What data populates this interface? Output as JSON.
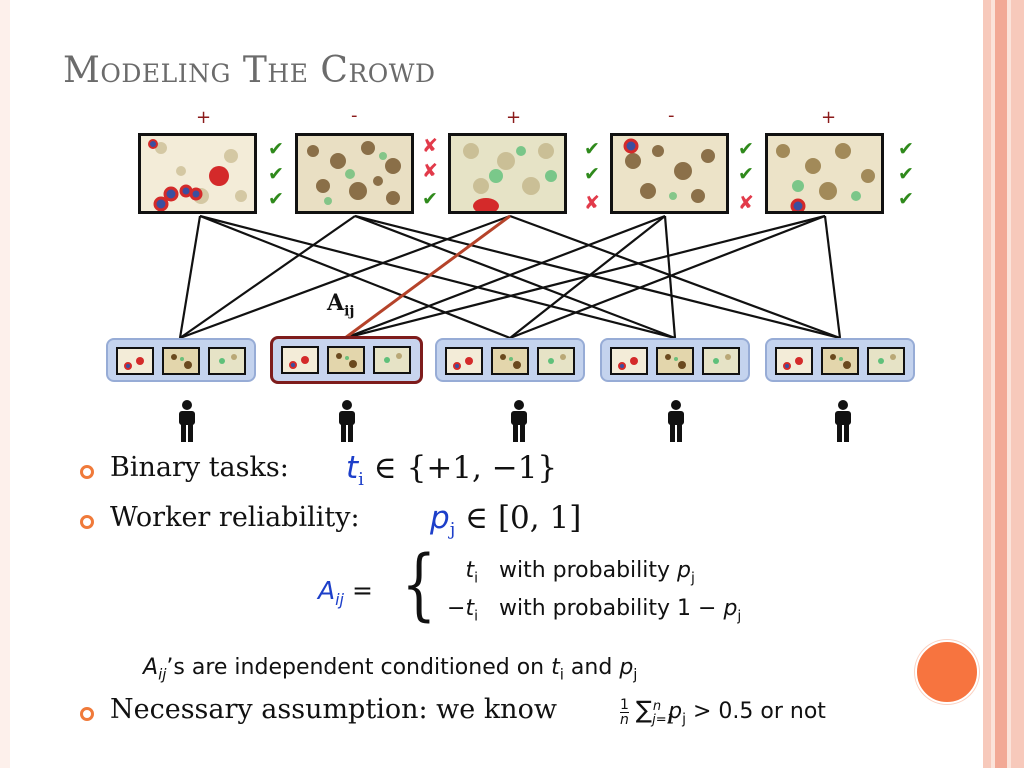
{
  "slide": {
    "title": "Modeling The Crowd"
  },
  "tasks": [
    {
      "label": "+",
      "marks": [
        "✔",
        "✔",
        "✔"
      ],
      "marks_status": [
        "ok",
        "ok",
        "ok"
      ]
    },
    {
      "label": "-",
      "marks": [
        "✘",
        "✘",
        "✔"
      ],
      "marks_status": [
        "bad",
        "bad",
        "ok"
      ]
    },
    {
      "label": "+",
      "marks": [
        "✔",
        "✔",
        "✘"
      ],
      "marks_status": [
        "ok",
        "ok",
        "bad"
      ]
    },
    {
      "label": "-",
      "marks": [
        "✔",
        "✔",
        "✘"
      ],
      "marks_status": [
        "ok",
        "ok",
        "bad"
      ]
    },
    {
      "label": "+",
      "marks": [
        "✔",
        "✔",
        "✔"
      ],
      "marks_status": [
        "ok",
        "ok",
        "ok"
      ]
    }
  ],
  "edge_label": {
    "main": "A",
    "sub": "ij"
  },
  "bullets": [
    {
      "text": "Binary tasks:",
      "math": {
        "var": "t",
        "sub": "i",
        "rel": "∈",
        "set": "{+1, −1}"
      }
    },
    {
      "text": "Worker reliability:",
      "math": {
        "var": "p",
        "sub": "j",
        "rel": "∈",
        "set": "[0, 1]"
      }
    },
    {
      "text": "Necessary assumption: we know"
    }
  ],
  "cases": {
    "lhs_var": "A",
    "lhs_sub": "ij",
    "eq": "=",
    "row1_val": "t",
    "row1_sub": "i",
    "row1_text": "with probability",
    "row1_pvar": "p",
    "row1_psub": "j",
    "row2_val": "−t",
    "row2_sub": "i",
    "row2_text": "with probability 1 −",
    "row2_pvar": "p",
    "row2_psub": "j"
  },
  "independence": {
    "a": "A",
    "a_sub": "ij",
    "text1": "’s are independent conditioned on",
    "t": "t",
    "t_sub": "i",
    "and": "and",
    "p": "p",
    "p_sub": "j"
  },
  "assumption_math": {
    "frac_num": "1",
    "frac_den": "n",
    "sum": "∑",
    "sum_sub": "j=1",
    "sum_sup": "n",
    "p": "p",
    "p_sub": "j",
    "rest": "> 0.5 or not"
  },
  "colors": {
    "title": "#6b6b6b",
    "accent": "#f7743f",
    "highlight_edge": "#b5432a",
    "check": "#2f8a1c",
    "cross": "#e23a4a",
    "math_var": "#1d3fc9"
  }
}
